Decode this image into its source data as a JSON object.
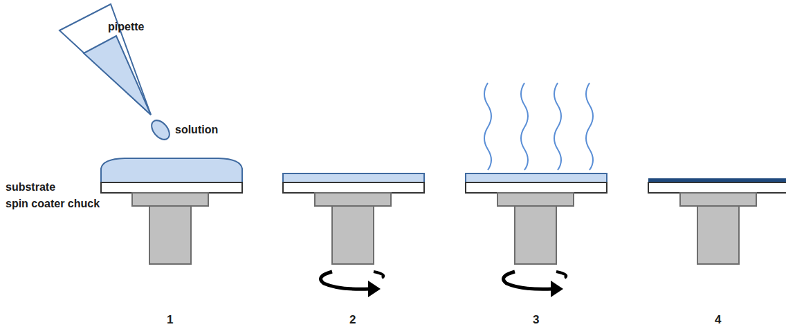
{
  "diagram": {
    "labels": [
      "pipette",
      "solution",
      "substrate",
      "spin coater chuck",
      "1",
      "2",
      "3",
      "4"
    ]
  }
}
